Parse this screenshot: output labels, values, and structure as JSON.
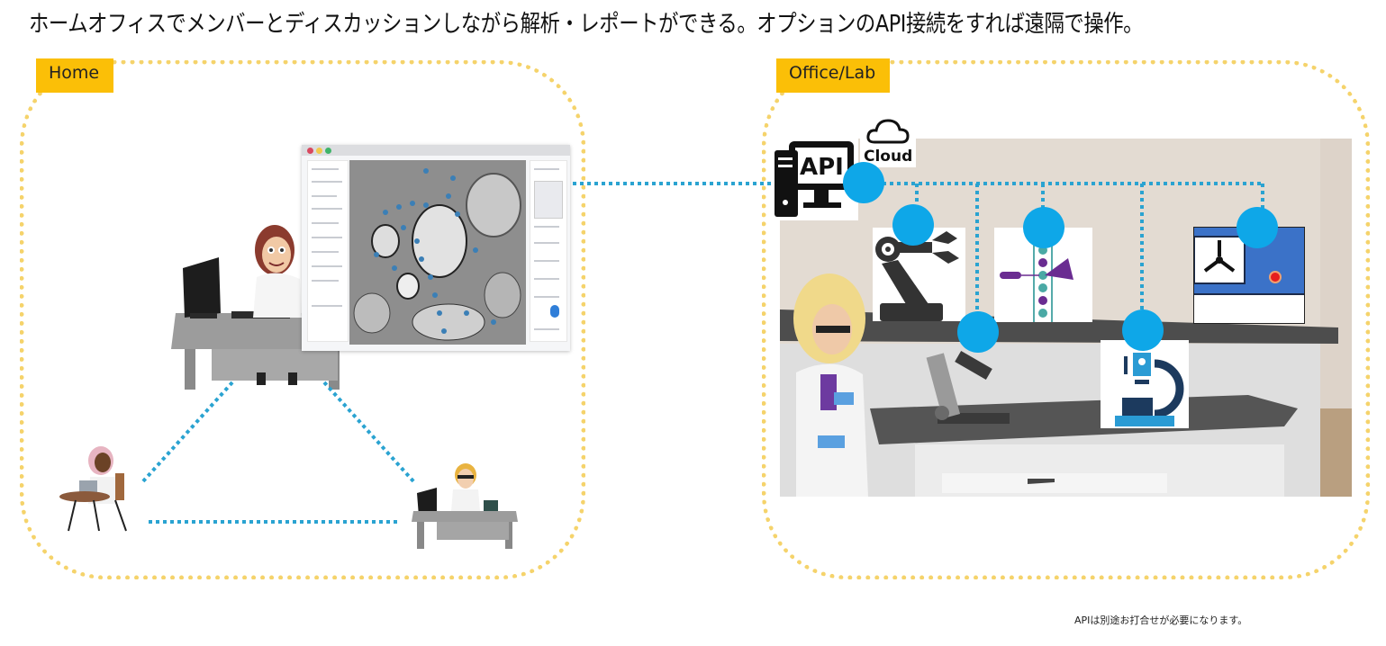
{
  "headline": "ホームオフィスでメンバーとディスカッションしながら解析・レポートができる。オプションのAPI接続をすれば遠隔で操作。",
  "zones": {
    "home": {
      "label": "Home"
    },
    "lab": {
      "label": "Office/Lab"
    }
  },
  "api_computer": {
    "label": "API"
  },
  "cloud": {
    "label": "Cloud"
  },
  "footnote": "APIは別途お打合せが必要になります。",
  "colors": {
    "zone_border": "#f5d36b",
    "zone_label_bg": "#fbbf07",
    "connector": "#2aa3d1",
    "node": "#0ea7e8"
  },
  "lab_devices": [
    "robot-arm",
    "flow-cytometer",
    "microscope-real",
    "microscope-icon",
    "centrifuge"
  ]
}
